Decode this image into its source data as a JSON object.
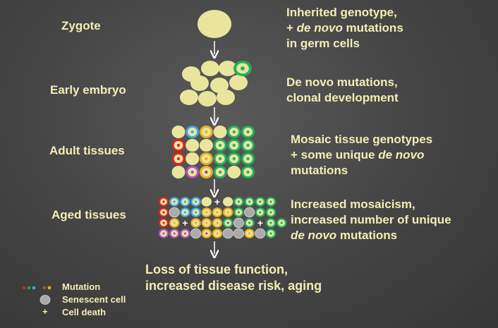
{
  "stages": {
    "zygote": "Zygote",
    "early_embryo": "Early embryo",
    "adult_tissues": "Adult tissues",
    "aged_tissues": "Aged tissues"
  },
  "descriptions": {
    "zygote": {
      "line1": "Inherited genotype,",
      "line2_prefix": "+ ",
      "line2_italic": "de novo",
      "line2_suffix": " mutations",
      "line3": "in germ cells"
    },
    "early_embryo": {
      "line1": "De novo mutations,",
      "line2": "clonal development"
    },
    "adult_tissues": {
      "line1": "Mosaic tissue genotypes",
      "line2_prefix": "+ some unique ",
      "line2_italic": "de novo",
      "line3": "mutations"
    },
    "aged_tissues": {
      "line1": "Increased mosaicism,",
      "line2": "increased number of unique",
      "line3_italic": "de novo",
      "line3_suffix": " mutations"
    }
  },
  "outcome": {
    "line1": "Loss of tissue function,",
    "line2": "increased disease risk, aging"
  },
  "legend": {
    "mutation": "Mutation",
    "senescent": "Senescent cell",
    "death_symbol": "+",
    "death": "Cell death"
  },
  "colors": {
    "text": "#f3eeb4",
    "cell": "#e9e59d",
    "red": "#e02020",
    "blue": "#38a8e8",
    "green": "#20b060",
    "yellow": "#e8b020",
    "purple": "#b050c0",
    "senescent": "#aaaaaa"
  }
}
